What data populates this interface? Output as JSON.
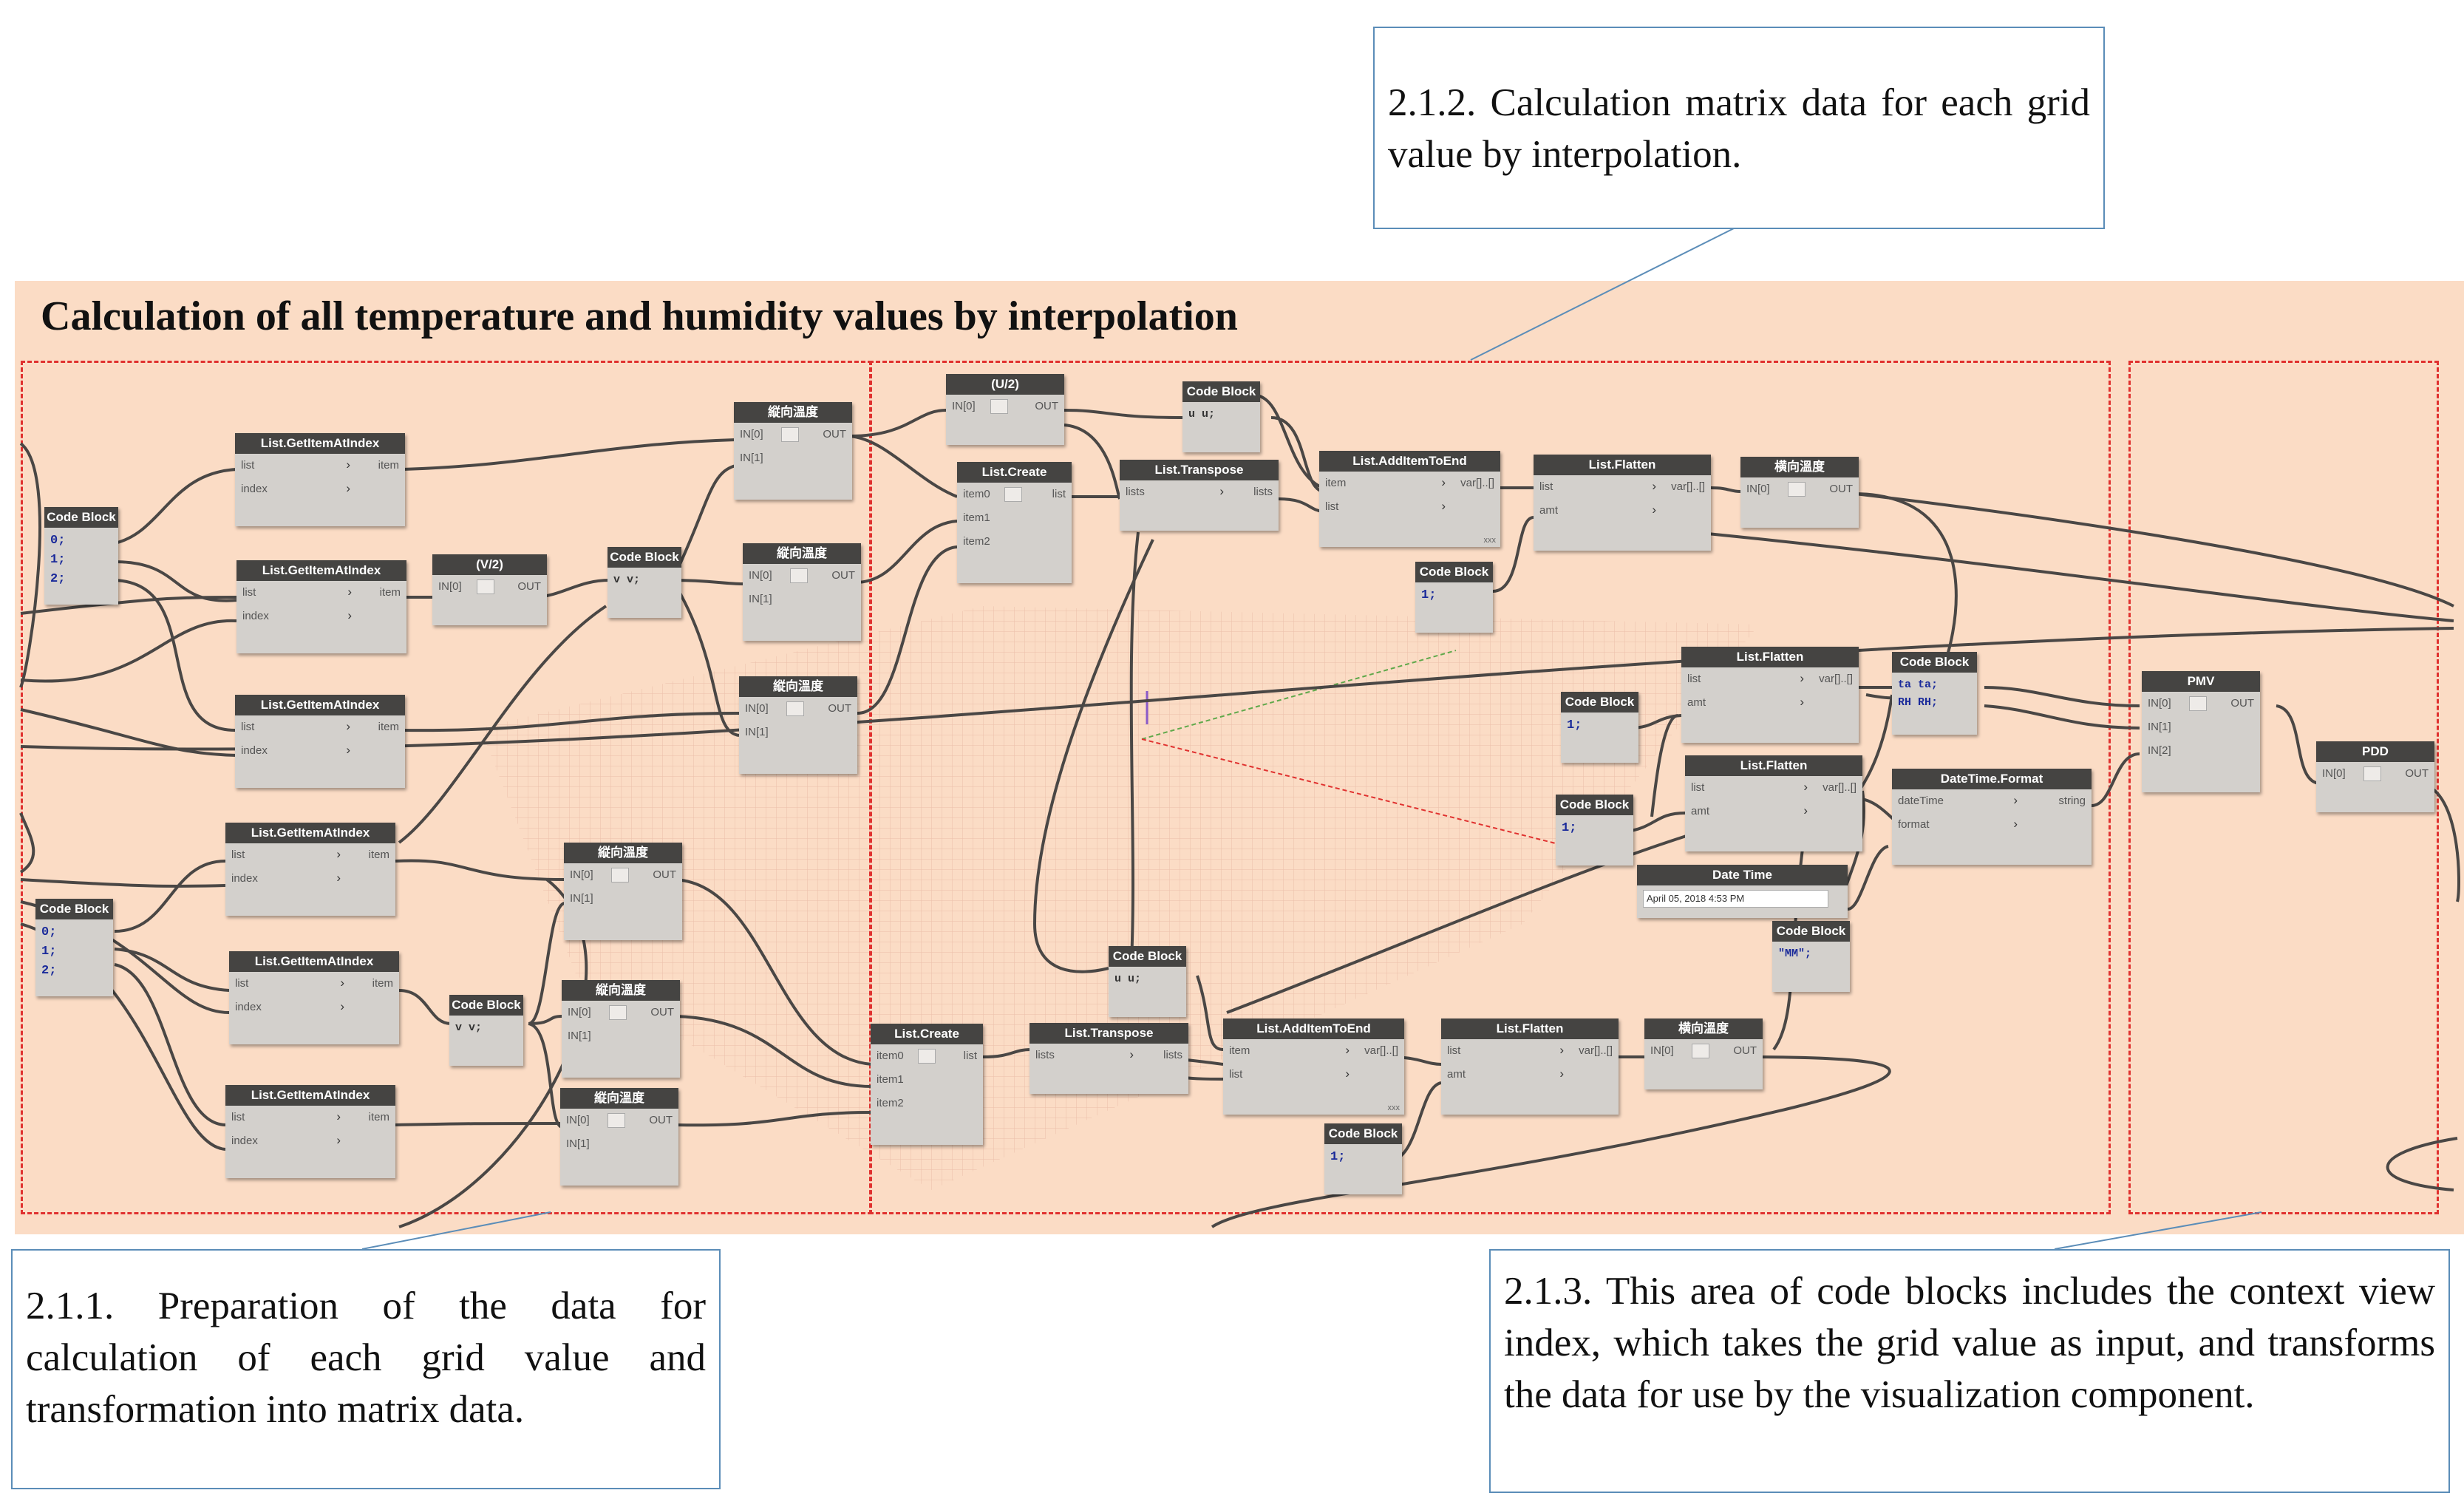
{
  "group": {
    "title": "Calculation of all temperature and humidity values by interpolation"
  },
  "callouts": {
    "c212": "2.1.2. Calculation matrix data for each grid value by interpolation.",
    "c211": "2.1.1. Preparation of the data for calculation of each grid value and transformation into matrix data.",
    "c213": "2.1.3. This area of code blocks includes the context view index, which takes the grid value as input, and transforms the data for use by the visualization component."
  },
  "nodes": {
    "code_block_1": {
      "title": "Code Block",
      "lines": [
        "0;",
        "1;",
        "2;"
      ]
    },
    "code_block_2": {
      "title": "Code Block",
      "lines": [
        "0;",
        "1;",
        "2;"
      ]
    },
    "get_item_1": {
      "title": "List.GetItemAtIndex",
      "in1": "list",
      "in2": "index",
      "out": "item"
    },
    "get_item_2": {
      "title": "List.GetItemAtIndex",
      "in1": "list",
      "in2": "index",
      "out": "item"
    },
    "get_item_3": {
      "title": "List.GetItemAtIndex",
      "in1": "list",
      "in2": "index",
      "out": "item"
    },
    "get_item_4": {
      "title": "List.GetItemAtIndex",
      "in1": "list",
      "in2": "index",
      "out": "item"
    },
    "get_item_5": {
      "title": "List.GetItemAtIndex",
      "in1": "list",
      "in2": "index",
      "out": "item"
    },
    "get_item_6": {
      "title": "List.GetItemAtIndex",
      "in1": "list",
      "in2": "index",
      "out": "item"
    },
    "v2_node": {
      "title": "(V/2)",
      "in1": "IN[0]",
      "out": "OUT"
    },
    "code_v_1": {
      "title": "Code Block",
      "code": "v  v;"
    },
    "code_v_2": {
      "title": "Code Block",
      "code": "v  v;"
    },
    "temp_1": {
      "title": "縦向溫度",
      "in1": "IN[0]",
      "in2": "IN[1]",
      "out": "OUT"
    },
    "temp_2": {
      "title": "縦向溫度",
      "in1": "IN[0]",
      "in2": "IN[1]",
      "out": "OUT"
    },
    "temp_3": {
      "title": "縦向溫度",
      "in1": "IN[0]",
      "in2": "IN[1]",
      "out": "OUT"
    },
    "temp_4": {
      "title": "縦向溫度",
      "in1": "IN[0]",
      "in2": "IN[1]",
      "out": "OUT"
    },
    "temp_5": {
      "title": "縦向溫度",
      "in1": "IN[0]",
      "in2": "IN[1]",
      "out": "OUT"
    },
    "temp_6": {
      "title": "縦向溫度",
      "in1": "IN[0]",
      "in2": "IN[1]",
      "out": "OUT"
    },
    "u2_node": {
      "title": "(U/2)",
      "in1": "IN[0]",
      "out": "OUT"
    },
    "code_u_1": {
      "title": "Code Block",
      "code": "u  u;"
    },
    "code_u_2": {
      "title": "Code Block",
      "code": "u  u;"
    },
    "list_create_1": {
      "title": "List.Create",
      "in1": "item0",
      "in2": "item1",
      "in3": "item2",
      "out": "list"
    },
    "list_create_2": {
      "title": "List.Create",
      "in1": "item0",
      "in2": "item1",
      "in3": "item2",
      "out": "list"
    },
    "transpose_1": {
      "title": "List.Transpose",
      "in1": "lists",
      "out": "lists"
    },
    "transpose_2": {
      "title": "List.Transpose",
      "in1": "lists",
      "out": "lists"
    },
    "add_end_1": {
      "title": "List.AddItemToEnd",
      "in1": "item",
      "in2": "list",
      "out": "var[]..[]",
      "foot": "xxx"
    },
    "add_end_2": {
      "title": "List.AddItemToEnd",
      "in1": "item",
      "in2": "list",
      "out": "var[]..[]",
      "foot": "xxx"
    },
    "code_one_1": {
      "title": "Code Block",
      "code": "1;"
    },
    "code_one_2": {
      "title": "Code Block",
      "code": "1;"
    },
    "code_one_3": {
      "title": "Code Block",
      "code": "1;"
    },
    "code_one_4": {
      "title": "Code Block",
      "code": "1;"
    },
    "flatten_1": {
      "title": "List.Flatten",
      "in1": "list",
      "in2": "amt",
      "out": "var[]..[]"
    },
    "flatten_2": {
      "title": "List.Flatten",
      "in1": "list",
      "in2": "amt",
      "out": "var[]..[]"
    },
    "flatten_3": {
      "title": "List.Flatten",
      "in1": "list",
      "in2": "amt",
      "out": "var[]..[]"
    },
    "flatten_4": {
      "title": "List.Flatten",
      "in1": "list",
      "in2": "amt",
      "out": "var[]..[]"
    },
    "htemp_1": {
      "title": "横向溫度",
      "in1": "IN[0]",
      "out": "OUT"
    },
    "htemp_2": {
      "title": "横向溫度",
      "in1": "IN[0]",
      "out": "OUT"
    },
    "code_ta": {
      "title": "Code Block",
      "line1": "ta  ta;",
      "line2": "RH  RH;"
    },
    "datetime_format": {
      "title": "DateTime.Format",
      "in1": "dateTime",
      "in2": "format",
      "out": "string"
    },
    "date_time": {
      "title": "Date Time",
      "value": "April 05, 2018 4:53 PM"
    },
    "code_mm": {
      "title": "Code Block",
      "code": "\"MM\";"
    },
    "pmv": {
      "title": "PMV",
      "in1": "IN[0]",
      "in2": "IN[1]",
      "in3": "IN[2]",
      "out": "OUT"
    },
    "pdd": {
      "title": "PDD",
      "in1": "IN[0]",
      "out": "OUT"
    }
  }
}
